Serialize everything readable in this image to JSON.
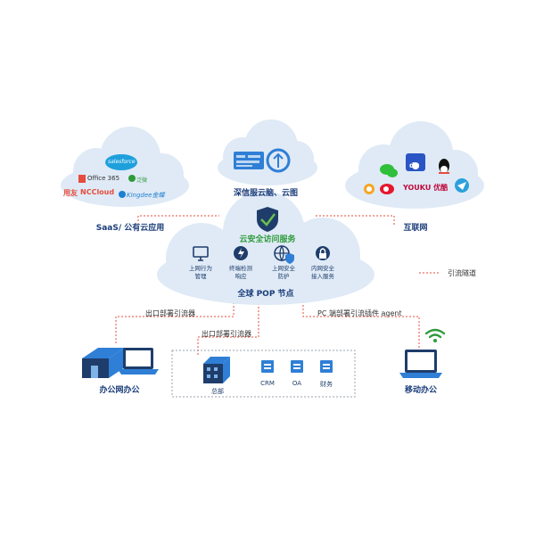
{
  "colors": {
    "cloud": "#dfeaf6",
    "accent": "#2f7fd6",
    "green": "#2e9b3a",
    "dash": "#e74c3c",
    "navy": "#1f3d6b"
  },
  "saas": {
    "label": "SaaS/ 公有云应用",
    "logos": [
      "salesforce",
      "Office 365",
      "泛微",
      "用友",
      "NCCloud",
      "Kingdee金蝶"
    ]
  },
  "center_cloud": {
    "label": "深信服云脑、云图"
  },
  "internet": {
    "label": "互联网",
    "logos": [
      "du",
      "YOUKU 优酷"
    ],
    "icons": [
      "baidu-paw-icon",
      "wechat-icon",
      "qq-icon",
      "weibo-icon",
      "snail-icon",
      "telegram-icon"
    ]
  },
  "pop": {
    "service_title": "云安全访问服务",
    "node_label": "全球 POP 节点",
    "services": [
      {
        "icon": "monitor-icon",
        "label": "上网行为\n管理"
      },
      {
        "icon": "lightning-icon",
        "label": "终端检测\n响应"
      },
      {
        "icon": "globe-shield-icon",
        "label": "上网安全\n防护"
      },
      {
        "icon": "lock-icon",
        "label": "内网安全\n接入服务"
      }
    ]
  },
  "legend": {
    "label": "引流隧道"
  },
  "links": {
    "office_exit": "出口部署引流器",
    "hq_exit": "出口部署引流器",
    "pc_agent": "PC 端部署引流插件 agent"
  },
  "office": {
    "label": "办公网办公"
  },
  "hq": {
    "label": "总部",
    "apps": [
      "CRM",
      "OA",
      "财务"
    ]
  },
  "mobile": {
    "label": "移动办公"
  }
}
